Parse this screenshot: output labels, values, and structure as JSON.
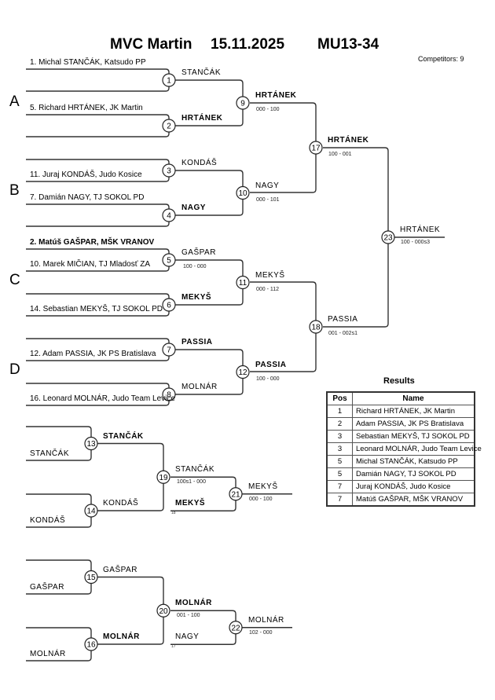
{
  "header": {
    "event": "MVC Martin",
    "date": "15.11.2025",
    "category": "MU13-34",
    "competitors": "Competitors: 9"
  },
  "pools": [
    "A",
    "B",
    "C",
    "D"
  ],
  "entries": [
    {
      "label": "1. Michal STANČÁK, Katsudo PP",
      "bold": false
    },
    {
      "label": "5. Richard HRTÁNEK, JK Martin",
      "bold": false
    },
    {
      "label": "11. Juraj KONDÁŠ, Judo Kosice",
      "bold": false
    },
    {
      "label": "7. Damián NAGY, TJ SOKOL PD",
      "bold": false
    },
    {
      "label": "2. Matúš GAŠPAR, MŠK VRANOV",
      "bold": true
    },
    {
      "label": "10. Marek MIČIAN, TJ Mladosť ZA",
      "bold": false
    },
    {
      "label": "14. Sebastian MEKYŠ, TJ SOKOL PD",
      "bold": false
    },
    {
      "label": "12. Adam PASSIA, JK PS Bratislava",
      "bold": false
    },
    {
      "label": "16. Leonard MOLNÁR, Judo Team Levice",
      "bold": false
    }
  ],
  "matches": [
    {
      "no": "1",
      "winner": "STANČÁK",
      "bold": false,
      "score": ""
    },
    {
      "no": "2",
      "winner": "HRTÁNEK",
      "bold": true,
      "score": ""
    },
    {
      "no": "3",
      "winner": "KONDÁŠ",
      "bold": false,
      "score": ""
    },
    {
      "no": "4",
      "winner": "NAGY",
      "bold": true,
      "score": ""
    },
    {
      "no": "5",
      "winner": "GAŠPAR",
      "bold": false,
      "score": "100 - 000"
    },
    {
      "no": "6",
      "winner": "MEKYŠ",
      "bold": true,
      "score": ""
    },
    {
      "no": "7",
      "winner": "PASSIA",
      "bold": true,
      "score": ""
    },
    {
      "no": "8",
      "winner": "MOLNÁR",
      "bold": false,
      "score": ""
    },
    {
      "no": "9",
      "winner": "HRTÁNEK",
      "bold": true,
      "score": "000 - 100"
    },
    {
      "no": "10",
      "winner": "NAGY",
      "bold": false,
      "score": "000 - 101"
    },
    {
      "no": "11",
      "winner": "MEKYŠ",
      "bold": false,
      "score": "000 - 112"
    },
    {
      "no": "12",
      "winner": "PASSIA",
      "bold": true,
      "score": "100 - 000"
    },
    {
      "no": "17",
      "winner": "HRTÁNEK",
      "bold": true,
      "score": "100 - 001"
    },
    {
      "no": "18",
      "winner": "PASSIA",
      "bold": false,
      "score": "001 - 002s1"
    },
    {
      "no": "23",
      "winner": "HRTÁNEK",
      "bold": false,
      "score": "100 - 000s3"
    }
  ],
  "repechage": [
    {
      "entries": [
        "STANČÁK",
        "KONDÁŠ"
      ],
      "m1": {
        "no": "13",
        "winner": "STANČÁK",
        "bold": true
      },
      "m2": {
        "no": "14",
        "winner": "KONDÁŠ",
        "bold": false
      },
      "semi": {
        "no": "19",
        "winner": "STANČÁK",
        "bold": false,
        "score": "100s1 - 000"
      },
      "loser": {
        "name": "MEKYŠ",
        "bold": true,
        "ref": "18"
      },
      "bronze": {
        "no": "21",
        "winner": "MEKYŠ",
        "bold": false,
        "score": "000 - 100"
      }
    },
    {
      "entries": [
        "GAŠPAR",
        "MOLNÁR"
      ],
      "m1": {
        "no": "15",
        "winner": "GAŠPAR",
        "bold": false
      },
      "m2": {
        "no": "16",
        "winner": "MOLNÁR",
        "bold": true
      },
      "semi": {
        "no": "20",
        "winner": "MOLNÁR",
        "bold": true,
        "score": "001 - 100"
      },
      "loser": {
        "name": "NAGY",
        "bold": false,
        "ref": "17"
      },
      "bronze": {
        "no": "22",
        "winner": "MOLNÁR",
        "bold": false,
        "score": "102 - 000"
      }
    }
  ],
  "results": {
    "title": "Results",
    "headers": {
      "pos": "Pos",
      "name": "Name"
    },
    "rows": [
      {
        "pos": "1",
        "name": "Richard HRTÁNEK, JK Martin"
      },
      {
        "pos": "2",
        "name": "Adam PASSIA, JK PS Bratislava"
      },
      {
        "pos": "3",
        "name": "Sebastian MEKYŠ, TJ SOKOL PD"
      },
      {
        "pos": "3",
        "name": "Leonard MOLNÁR, Judo Team Levice"
      },
      {
        "pos": "5",
        "name": "Michal STANČÁK, Katsudo PP"
      },
      {
        "pos": "5",
        "name": "Damián NAGY, TJ SOKOL PD"
      },
      {
        "pos": "7",
        "name": "Juraj KONDÁŠ, Judo Kosice"
      },
      {
        "pos": "7",
        "name": "Matúš GAŠPAR, MŠK VRANOV"
      }
    ]
  }
}
